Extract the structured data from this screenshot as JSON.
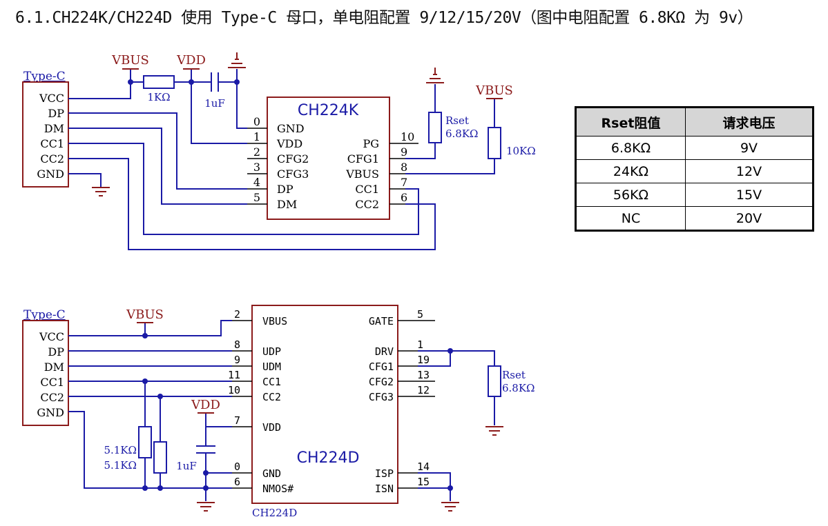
{
  "heading": "6.1.CH224K/CH224D 使用 Type-C 母口，单电阻配置 9/12/15/20V（图中电阻配置 6.8KΩ 为 9v）",
  "table": {
    "headers": [
      "Rset阻值",
      "请求电压"
    ],
    "rows": [
      [
        "6.8KΩ",
        "9V"
      ],
      [
        "24KΩ",
        "12V"
      ],
      [
        "56KΩ",
        "15V"
      ],
      [
        "NC",
        "20V"
      ]
    ]
  },
  "top": {
    "connector_label": "Type-C",
    "connector_pins": [
      "VCC",
      "DP",
      "DM",
      "CC1",
      "CC2",
      "GND"
    ],
    "vbus_label": "VBUS",
    "vdd_label": "VDD",
    "r1_label": "1KΩ",
    "c1_label": "1uF",
    "chip_name": "CH224K",
    "left_pins": [
      {
        "num": "0",
        "name": "GND"
      },
      {
        "num": "1",
        "name": "VDD"
      },
      {
        "num": "2",
        "name": "CFG2"
      },
      {
        "num": "3",
        "name": "CFG3"
      },
      {
        "num": "4",
        "name": "DP"
      },
      {
        "num": "5",
        "name": "DM"
      }
    ],
    "right_pins": [
      {
        "num": "10",
        "name": "PG"
      },
      {
        "num": "9",
        "name": "CFG1"
      },
      {
        "num": "8",
        "name": "VBUS"
      },
      {
        "num": "7",
        "name": "CC1"
      },
      {
        "num": "6",
        "name": "CC2"
      }
    ],
    "rset_label": "Rset",
    "rset_value": "6.8KΩ",
    "vbus2_label": "VBUS",
    "r10k_label": "10KΩ"
  },
  "bottom": {
    "connector_label": "Type-C",
    "connector_pins": [
      "VCC",
      "DP",
      "DM",
      "CC1",
      "CC2",
      "GND"
    ],
    "vbus_label": "VBUS",
    "vdd_label": "VDD",
    "r51a_label": "5.1KΩ",
    "r51b_label": "5.1KΩ",
    "c_label": "1uF",
    "chip_name": "CH224D",
    "chip_ref": "CH224D",
    "left_pins": [
      {
        "num": "2",
        "name": "VBUS"
      },
      {
        "num": "8",
        "name": "UDP"
      },
      {
        "num": "9",
        "name": "UDM"
      },
      {
        "num": "11",
        "name": "CC1"
      },
      {
        "num": "10",
        "name": "CC2"
      },
      {
        "num": "7",
        "name": "VDD"
      },
      {
        "num": "0",
        "name": "GND"
      },
      {
        "num": "6",
        "name": "NMOS#"
      }
    ],
    "right_pins": [
      {
        "num": "5",
        "name": "GATE"
      },
      {
        "num": "1",
        "name": "DRV"
      },
      {
        "num": "19",
        "name": "CFG1"
      },
      {
        "num": "13",
        "name": "CFG2"
      },
      {
        "num": "12",
        "name": "CFG3"
      },
      {
        "num": "14",
        "name": "ISP"
      },
      {
        "num": "15",
        "name": "ISN"
      }
    ],
    "rset_label": "Rset",
    "rset_value": "6.8KΩ"
  }
}
